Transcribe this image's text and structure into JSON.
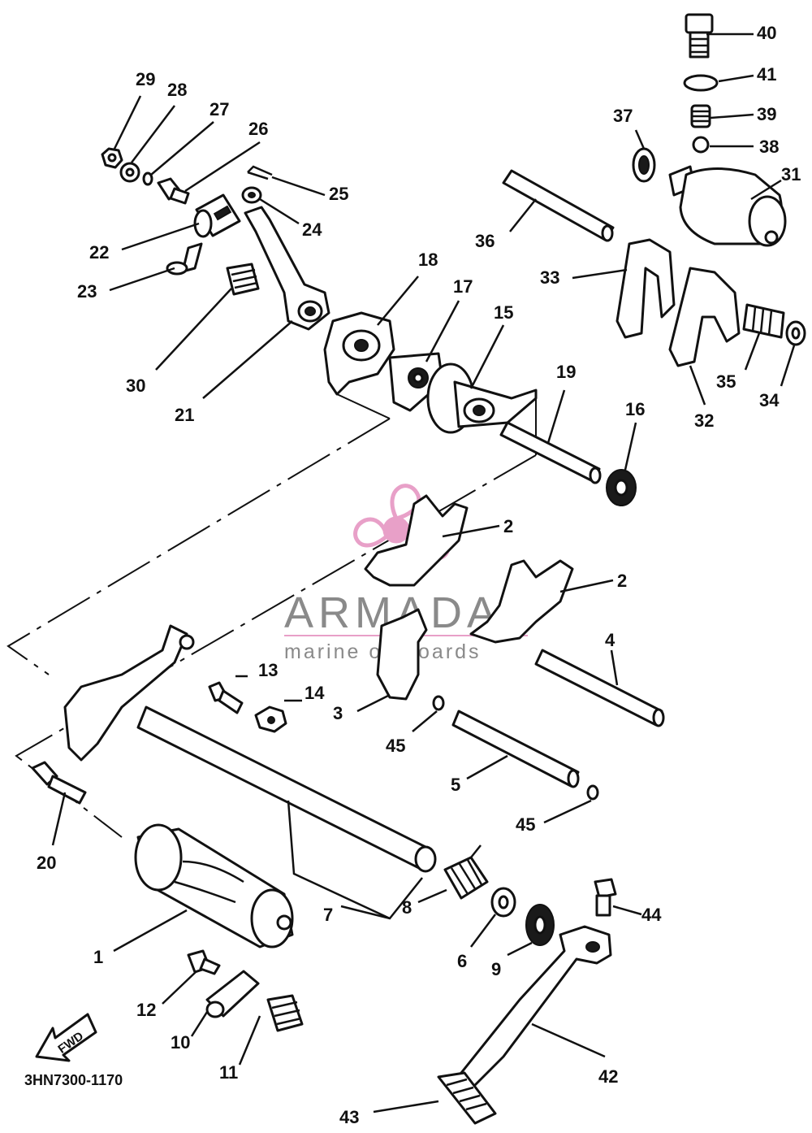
{
  "diagram": {
    "callouts": [
      {
        "id": "1",
        "label": "1"
      },
      {
        "id": "2a",
        "label": "2"
      },
      {
        "id": "2b",
        "label": "2"
      },
      {
        "id": "3",
        "label": "3"
      },
      {
        "id": "4",
        "label": "4"
      },
      {
        "id": "5",
        "label": "5"
      },
      {
        "id": "6",
        "label": "6"
      },
      {
        "id": "7",
        "label": "7"
      },
      {
        "id": "8",
        "label": "8"
      },
      {
        "id": "9",
        "label": "9"
      },
      {
        "id": "10",
        "label": "10"
      },
      {
        "id": "11",
        "label": "11"
      },
      {
        "id": "12",
        "label": "12"
      },
      {
        "id": "13",
        "label": "13"
      },
      {
        "id": "14",
        "label": "14"
      },
      {
        "id": "15",
        "label": "15"
      },
      {
        "id": "16",
        "label": "16"
      },
      {
        "id": "17",
        "label": "17"
      },
      {
        "id": "18",
        "label": "18"
      },
      {
        "id": "19",
        "label": "19"
      },
      {
        "id": "20",
        "label": "20"
      },
      {
        "id": "21",
        "label": "21"
      },
      {
        "id": "22",
        "label": "22"
      },
      {
        "id": "23",
        "label": "23"
      },
      {
        "id": "24",
        "label": "24"
      },
      {
        "id": "25",
        "label": "25"
      },
      {
        "id": "26",
        "label": "26"
      },
      {
        "id": "27",
        "label": "27"
      },
      {
        "id": "28",
        "label": "28"
      },
      {
        "id": "29",
        "label": "29"
      },
      {
        "id": "30",
        "label": "30"
      },
      {
        "id": "31",
        "label": "31"
      },
      {
        "id": "32",
        "label": "32"
      },
      {
        "id": "33",
        "label": "33"
      },
      {
        "id": "34",
        "label": "34"
      },
      {
        "id": "35",
        "label": "35"
      },
      {
        "id": "36",
        "label": "36"
      },
      {
        "id": "37",
        "label": "37"
      },
      {
        "id": "38",
        "label": "38"
      },
      {
        "id": "39",
        "label": "39"
      },
      {
        "id": "40",
        "label": "40"
      },
      {
        "id": "41",
        "label": "41"
      },
      {
        "id": "42",
        "label": "42"
      },
      {
        "id": "43",
        "label": "43"
      },
      {
        "id": "44",
        "label": "44"
      },
      {
        "id": "45a",
        "label": "45"
      },
      {
        "id": "45b",
        "label": "45"
      }
    ],
    "drawing_code": "3HN7300-1170",
    "direction_label": "FWD"
  },
  "watermark": {
    "title": "ARMADA",
    "subtitle": "marine outboards",
    "color": "#8a8a8a",
    "logo_color": "#e8a0c8"
  }
}
